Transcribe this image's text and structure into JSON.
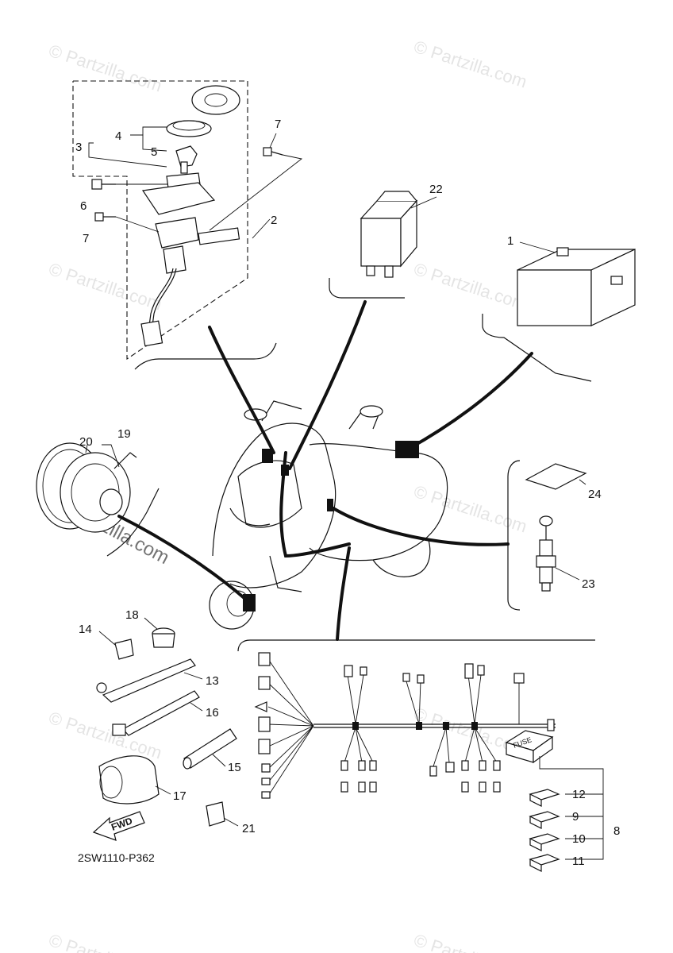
{
  "diagram_code": "2SW1110-P362",
  "watermark": "© Partzilla.com",
  "fwd_label": "FWD",
  "fuse_label": "FUSE",
  "callouts": [
    "1",
    "2",
    "3",
    "4",
    "5",
    "6",
    "7",
    "7",
    "8",
    "9",
    "10",
    "11",
    "12",
    "13",
    "14",
    "15",
    "16",
    "17",
    "18",
    "19",
    "20",
    "21",
    "22",
    "23",
    "24"
  ]
}
